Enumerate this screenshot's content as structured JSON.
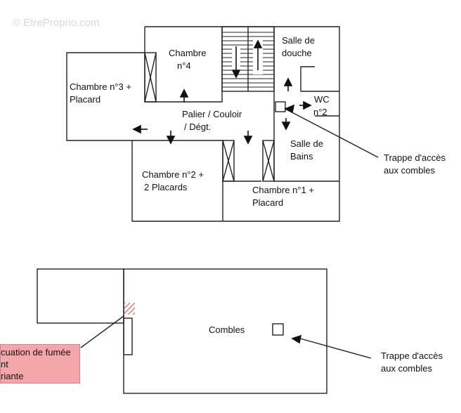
{
  "watermark": "© EtreProprio.com",
  "rooms": {
    "chambre4": [
      "Chambre",
      "n°4"
    ],
    "chambre3": [
      "Chambre n°3 +",
      "Placard"
    ],
    "salle_douche": [
      "Salle de",
      "douche"
    ],
    "wc": [
      "WC",
      "n°2"
    ],
    "palier": [
      "Palier / Couloir",
      "/ Dégt."
    ],
    "salle_bains": [
      "Salle de",
      "Bains"
    ],
    "chambre2": [
      "Chambre n°2 +",
      "2 Placards"
    ],
    "chambre1": [
      "Chambre n°1 +",
      "Placard"
    ],
    "combles": "Combles"
  },
  "annotations": {
    "trappe_top": [
      "Trappe d'accès",
      "aux combles"
    ],
    "trappe_bottom": [
      "Trappe d'accès",
      "aux combles"
    ],
    "smoke_note": [
      "cuation de fumée",
      "nt",
      "riante"
    ]
  },
  "colors": {
    "wall": "#222222",
    "note_fill": "#f4a7ab",
    "hatch": "#d9534f"
  }
}
